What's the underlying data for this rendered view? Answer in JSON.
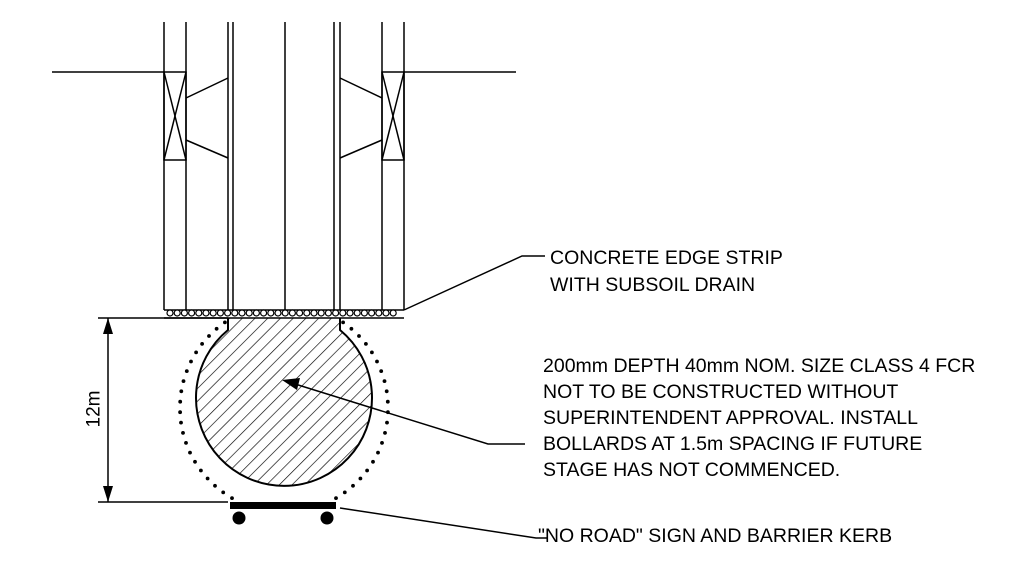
{
  "labels": {
    "edge_strip_1": "CONCRETE EDGE STRIP",
    "edge_strip_2": "WITH SUBSOIL DRAIN",
    "fcr_1": "200mm DEPTH 40mm NOM. SIZE CLASS 4 FCR",
    "fcr_2": "NOT TO BE CONSTRUCTED WITHOUT",
    "fcr_3": "SUPERINTENDENT APPROVAL. INSTALL",
    "fcr_4": "BOLLARDS AT 1.5m SPACING IF FUTURE",
    "fcr_5": "STAGE HAS NOT COMMENCED.",
    "sign": "\"NO ROAD\" SIGN AND BARRIER KERB",
    "dimension": "12m"
  }
}
